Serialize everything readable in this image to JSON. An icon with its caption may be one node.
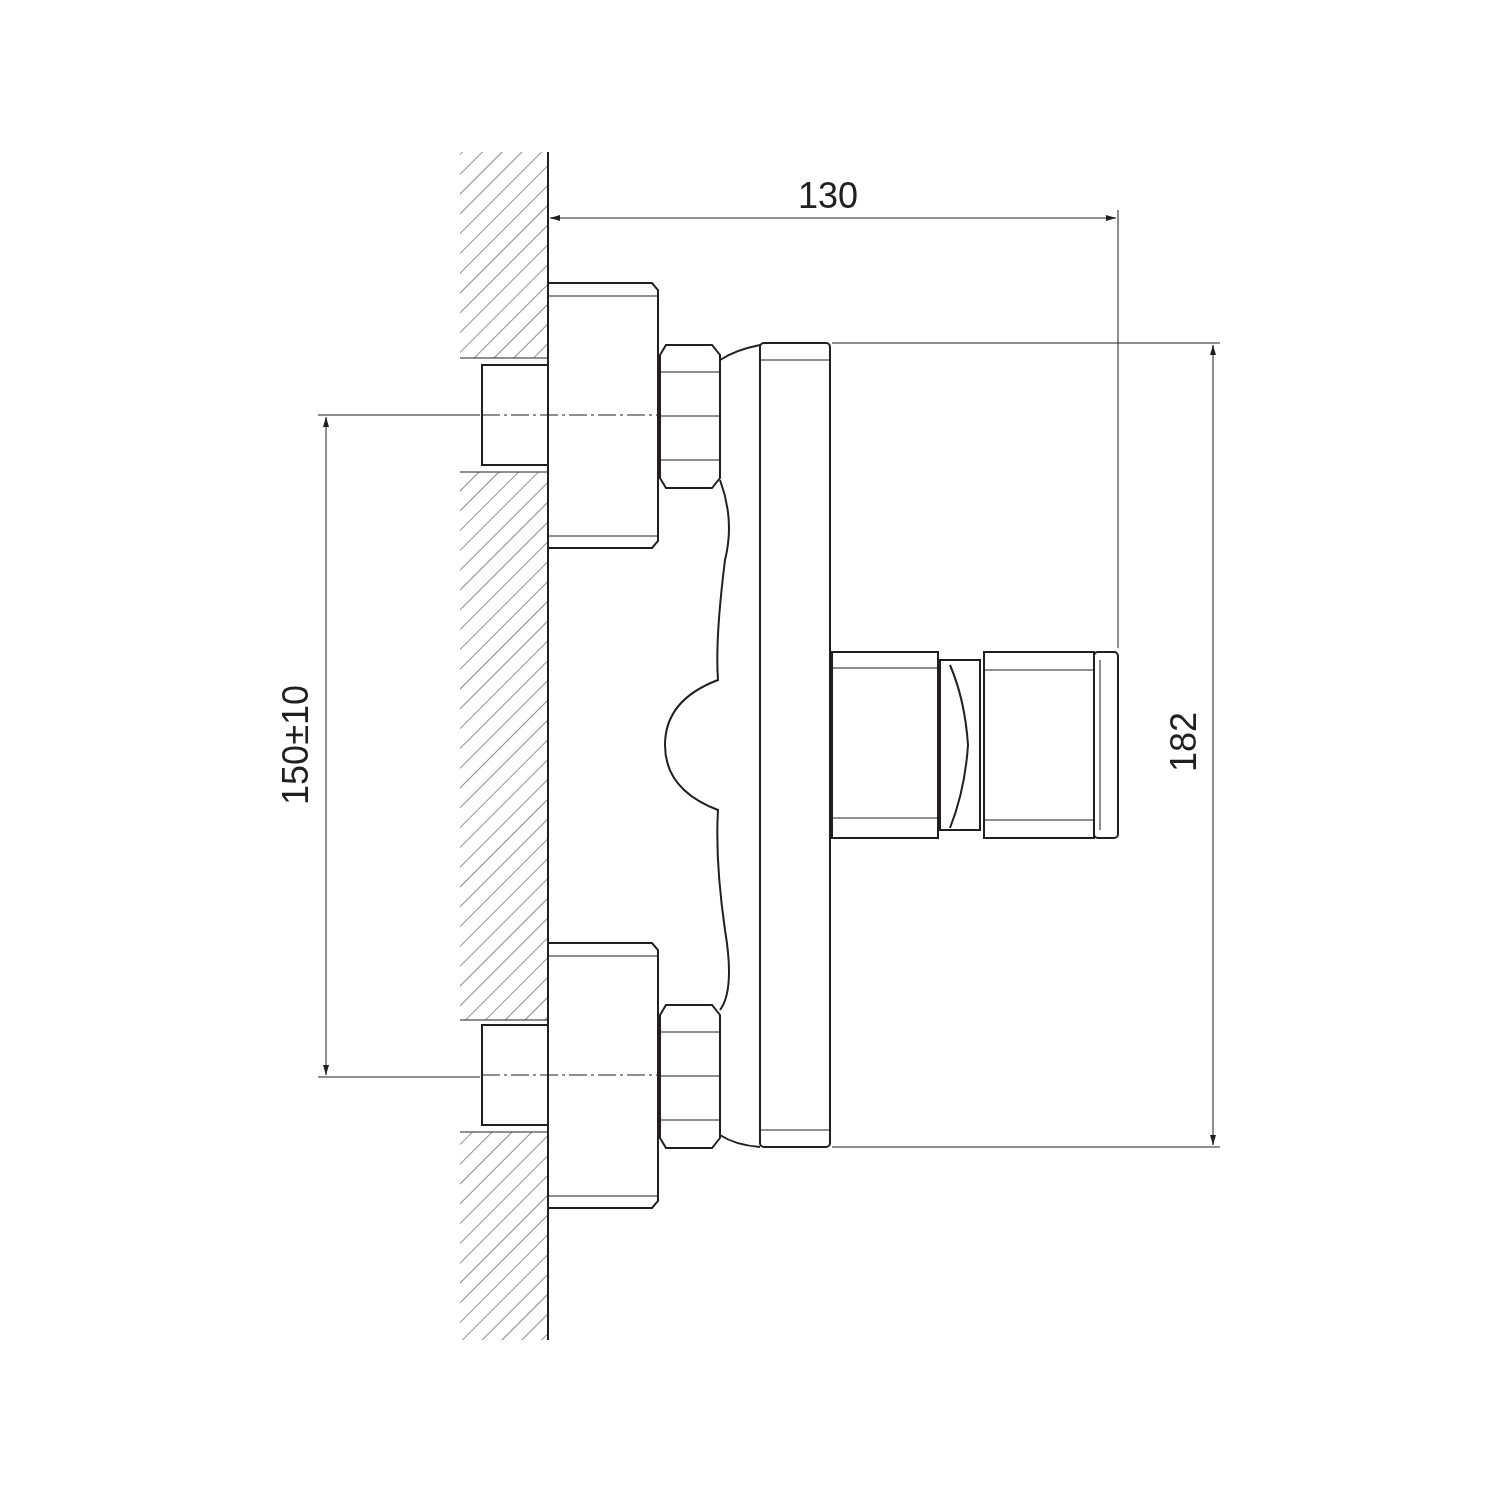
{
  "diagram": {
    "labels": [
      "130",
      "150±10",
      "182"
    ]
  }
}
